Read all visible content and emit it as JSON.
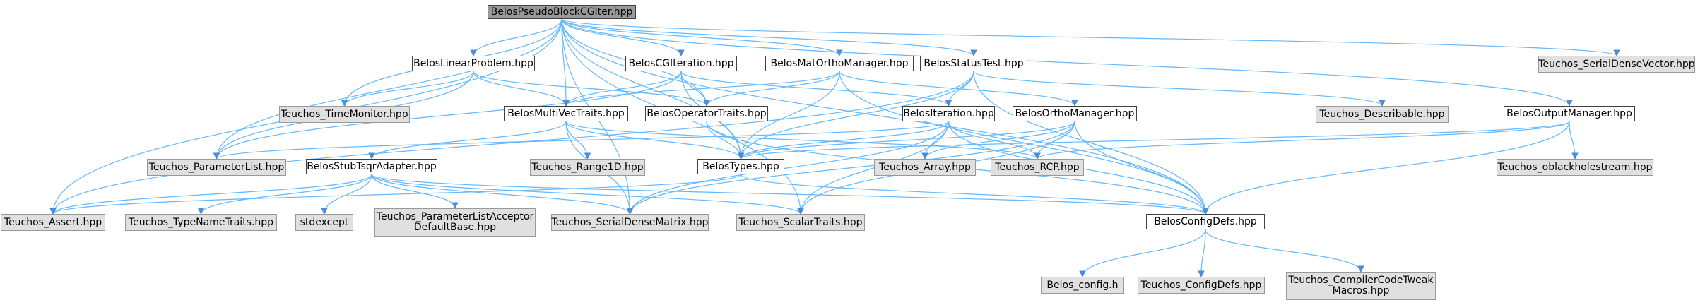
{
  "graph": {
    "nodes": [
      {
        "id": "root",
        "label": "BelosPseudoBlockCGIter.hpp",
        "kind": "root"
      },
      {
        "id": "linprob",
        "label": "BelosLinearProblem.hpp",
        "kind": "local"
      },
      {
        "id": "cgiter",
        "label": "BelosCGIteration.hpp",
        "kind": "local"
      },
      {
        "id": "matortho",
        "label": "BelosMatOrthoManager.hpp",
        "kind": "local"
      },
      {
        "id": "status",
        "label": "BelosStatusTest.hpp",
        "kind": "local"
      },
      {
        "id": "sdvec",
        "label": "Teuchos_SerialDenseVector.hpp",
        "kind": "external"
      },
      {
        "id": "timemon",
        "label": "Teuchos_TimeMonitor.hpp",
        "kind": "external"
      },
      {
        "id": "mvtraits",
        "label": "BelosMultiVecTraits.hpp",
        "kind": "local"
      },
      {
        "id": "optraits",
        "label": "BelosOperatorTraits.hpp",
        "kind": "local"
      },
      {
        "id": "iteration",
        "label": "BelosIteration.hpp",
        "kind": "local"
      },
      {
        "id": "orthomgr",
        "label": "BelosOrthoManager.hpp",
        "kind": "local"
      },
      {
        "id": "describ",
        "label": "Teuchos_Describable.hpp",
        "kind": "external"
      },
      {
        "id": "outmgr",
        "label": "BelosOutputManager.hpp",
        "kind": "local"
      },
      {
        "id": "plist",
        "label": "Teuchos_ParameterList.hpp",
        "kind": "external"
      },
      {
        "id": "tsqr",
        "label": "BelosStubTsqrAdapter.hpp",
        "kind": "local"
      },
      {
        "id": "range1d",
        "label": "Teuchos_Range1D.hpp",
        "kind": "external"
      },
      {
        "id": "types",
        "label": "BelosTypes.hpp",
        "kind": "local"
      },
      {
        "id": "array",
        "label": "Teuchos_Array.hpp",
        "kind": "external"
      },
      {
        "id": "rcp",
        "label": "Teuchos_RCP.hpp",
        "kind": "external"
      },
      {
        "id": "oblack",
        "label": "Teuchos_oblackholestream.hpp",
        "kind": "external"
      },
      {
        "id": "assert",
        "label": "Teuchos_Assert.hpp",
        "kind": "external"
      },
      {
        "id": "typename",
        "label": "Teuchos_TypeNameTraits.hpp",
        "kind": "external"
      },
      {
        "id": "stdexcept",
        "label": "stdexcept",
        "kind": "external"
      },
      {
        "id": "placcept",
        "label": "Teuchos_ParameterListAcceptor\nDefaultBase.hpp",
        "kind": "external"
      },
      {
        "id": "sdmatrix",
        "label": "Teuchos_SerialDenseMatrix.hpp",
        "kind": "external"
      },
      {
        "id": "scalar",
        "label": "Teuchos_ScalarTraits.hpp",
        "kind": "external"
      },
      {
        "id": "configdefs",
        "label": "BelosConfigDefs.hpp",
        "kind": "local"
      },
      {
        "id": "belosconfig",
        "label": "Belos_config.h",
        "kind": "external"
      },
      {
        "id": "tconfigdefs",
        "label": "Teuchos_ConfigDefs.hpp",
        "kind": "external"
      },
      {
        "id": "compiler",
        "label": "Teuchos_CompilerCodeTweak\nMacros.hpp",
        "kind": "external"
      }
    ],
    "edges": [
      [
        "root",
        "linprob"
      ],
      [
        "root",
        "cgiter"
      ],
      [
        "root",
        "matortho"
      ],
      [
        "root",
        "status"
      ],
      [
        "root",
        "sdvec"
      ],
      [
        "root",
        "timemon"
      ],
      [
        "root",
        "mvtraits"
      ],
      [
        "root",
        "optraits"
      ],
      [
        "root",
        "outmgr"
      ],
      [
        "root",
        "plist"
      ],
      [
        "root",
        "assert"
      ],
      [
        "root",
        "types"
      ],
      [
        "root",
        "configdefs"
      ],
      [
        "root",
        "sdmatrix"
      ],
      [
        "root",
        "scalar"
      ],
      [
        "linprob",
        "timemon"
      ],
      [
        "linprob",
        "mvtraits"
      ],
      [
        "linprob",
        "optraits"
      ],
      [
        "linprob",
        "plist"
      ],
      [
        "cgiter",
        "mvtraits"
      ],
      [
        "cgiter",
        "optraits"
      ],
      [
        "cgiter",
        "iteration"
      ],
      [
        "cgiter",
        "types"
      ],
      [
        "cgiter",
        "plist"
      ],
      [
        "matortho",
        "optraits"
      ],
      [
        "matortho",
        "orthomgr"
      ],
      [
        "matortho",
        "types"
      ],
      [
        "matortho",
        "mvtraits"
      ],
      [
        "matortho",
        "configdefs"
      ],
      [
        "status",
        "iteration"
      ],
      [
        "status",
        "describ"
      ],
      [
        "status",
        "types"
      ],
      [
        "status",
        "configdefs"
      ],
      [
        "status",
        "assert"
      ],
      [
        "mvtraits",
        "tsqr"
      ],
      [
        "mvtraits",
        "range1d"
      ],
      [
        "mvtraits",
        "types"
      ],
      [
        "mvtraits",
        "rcp"
      ],
      [
        "mvtraits",
        "sdmatrix"
      ],
      [
        "optraits",
        "types"
      ],
      [
        "optraits",
        "configdefs"
      ],
      [
        "iteration",
        "types"
      ],
      [
        "iteration",
        "plist"
      ],
      [
        "iteration",
        "array"
      ],
      [
        "iteration",
        "rcp"
      ],
      [
        "iteration",
        "scalar"
      ],
      [
        "iteration",
        "configdefs"
      ],
      [
        "iteration",
        "sdmatrix"
      ],
      [
        "orthomgr",
        "types"
      ],
      [
        "orthomgr",
        "array"
      ],
      [
        "orthomgr",
        "rcp"
      ],
      [
        "orthomgr",
        "configdefs"
      ],
      [
        "orthomgr",
        "scalar"
      ],
      [
        "orthomgr",
        "sdmatrix"
      ],
      [
        "outmgr",
        "types"
      ],
      [
        "outmgr",
        "rcp"
      ],
      [
        "outmgr",
        "oblack"
      ],
      [
        "outmgr",
        "configdefs"
      ],
      [
        "tsqr",
        "assert"
      ],
      [
        "tsqr",
        "typename"
      ],
      [
        "tsqr",
        "stdexcept"
      ],
      [
        "tsqr",
        "placcept"
      ],
      [
        "tsqr",
        "sdmatrix"
      ],
      [
        "tsqr",
        "scalar"
      ],
      [
        "tsqr",
        "configdefs"
      ],
      [
        "types",
        "assert"
      ],
      [
        "types",
        "configdefs"
      ],
      [
        "configdefs",
        "belosconfig"
      ],
      [
        "configdefs",
        "tconfigdefs"
      ],
      [
        "configdefs",
        "compiler"
      ]
    ]
  },
  "colors": {
    "edge": "#63b8ff",
    "arrow": "#4c8dd8",
    "rootFill": "#999999",
    "localFill": "#ffffff",
    "externalFill": "#e0e0e0"
  }
}
